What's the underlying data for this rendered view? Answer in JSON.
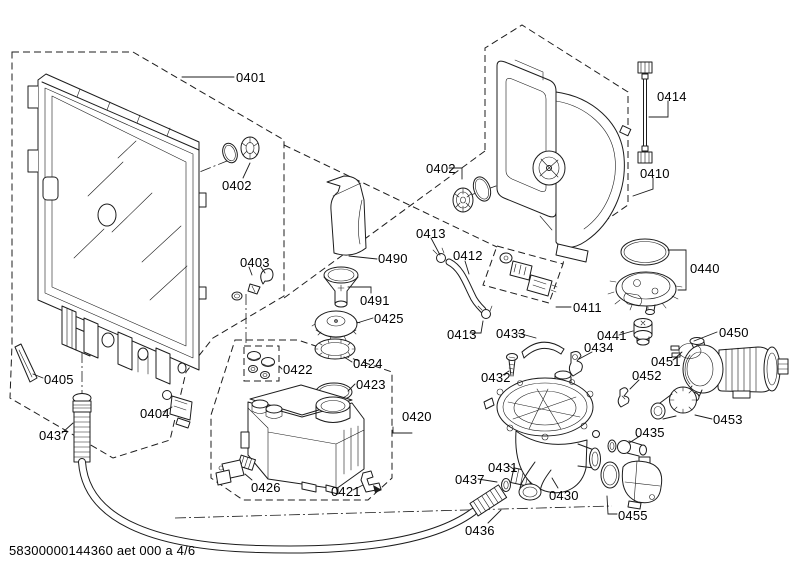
{
  "page": {
    "background_color": "#ffffff",
    "line_color": "#1c1c1c",
    "text_color": "#000000",
    "type": "exploded-parts-diagram"
  },
  "footer": {
    "document_code": "58300000144360 aet 000 a 4/6"
  },
  "diagram": {
    "labels": [
      {
        "id": "0401"
      },
      {
        "id": "0402"
      },
      {
        "id": "0403"
      },
      {
        "id": "0404"
      },
      {
        "id": "0405"
      },
      {
        "id": "0437"
      },
      {
        "id": "0490"
      },
      {
        "id": "0491"
      },
      {
        "id": "0425"
      },
      {
        "id": "0424"
      },
      {
        "id": "0423"
      },
      {
        "id": "0422"
      },
      {
        "id": "0420"
      },
      {
        "id": "0426"
      },
      {
        "id": "0421"
      },
      {
        "id": "0402"
      },
      {
        "id": "0413"
      },
      {
        "id": "0412"
      },
      {
        "id": "0413"
      },
      {
        "id": "0411"
      },
      {
        "id": "0414"
      },
      {
        "id": "0410"
      },
      {
        "id": "0433"
      },
      {
        "id": "0441"
      },
      {
        "id": "0434"
      },
      {
        "id": "0432"
      },
      {
        "id": "0452"
      },
      {
        "id": "0451"
      },
      {
        "id": "0450"
      },
      {
        "id": "0440"
      },
      {
        "id": "0453"
      },
      {
        "id": "0435"
      },
      {
        "id": "0430"
      },
      {
        "id": "0431"
      },
      {
        "id": "0437"
      },
      {
        "id": "0436"
      },
      {
        "id": "0455"
      }
    ]
  }
}
